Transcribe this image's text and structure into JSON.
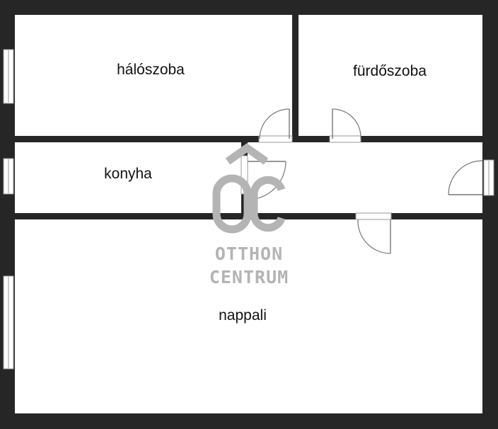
{
  "rooms": {
    "bedroom": "hálószoba",
    "bathroom": "fürdőszoba",
    "kitchen": "konyha",
    "living": "nappali"
  },
  "watermark": {
    "logo_letters": "ÔC",
    "line1": "OTTHON",
    "line2": "CENTRUM",
    "color": "#b4b4b4"
  },
  "colors": {
    "wall": "#262626",
    "background": "#ffffff"
  }
}
